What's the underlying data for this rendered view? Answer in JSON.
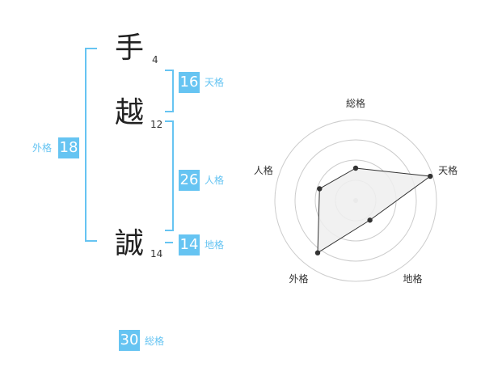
{
  "name": {
    "chars": [
      {
        "char": "手",
        "strokes": "4"
      },
      {
        "char": "越",
        "strokes": "12"
      },
      {
        "char": "誠",
        "strokes": "14"
      }
    ]
  },
  "kakusu": {
    "tenkaku": {
      "value": "16",
      "label": "天格"
    },
    "jinkaku": {
      "value": "26",
      "label": "人格"
    },
    "chikaku": {
      "value": "14",
      "label": "地格"
    },
    "gaikaku": {
      "value": "18",
      "label": "外格"
    },
    "soukaku": {
      "value": "30",
      "label": "総格"
    }
  },
  "colors": {
    "accent": "#66c4f2",
    "radar_fill": "#eeeeee",
    "radar_line": "#333333",
    "grid": "#cccccc"
  },
  "chart_data": {
    "type": "radar",
    "axes": [
      "総格",
      "天格",
      "地格",
      "外格",
      "人格"
    ],
    "values": [
      0.4,
      0.97,
      0.3,
      0.8,
      0.47
    ],
    "range": [
      0,
      1
    ],
    "rings": 4
  }
}
